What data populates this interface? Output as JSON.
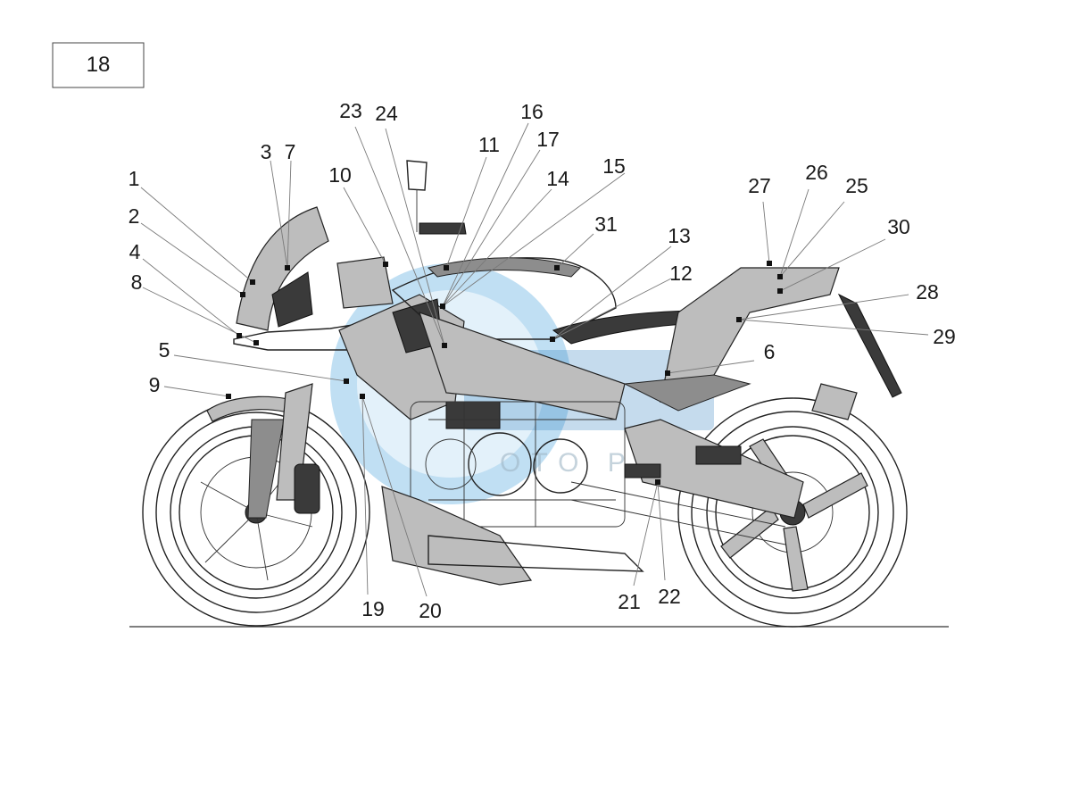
{
  "diagram": {
    "group_number": "18",
    "callouts": [
      {
        "id": "1",
        "text": "1"
      },
      {
        "id": "2",
        "text": "2"
      },
      {
        "id": "3",
        "text": "3"
      },
      {
        "id": "4",
        "text": "4"
      },
      {
        "id": "5",
        "text": "5"
      },
      {
        "id": "6",
        "text": "6"
      },
      {
        "id": "7",
        "text": "7"
      },
      {
        "id": "8",
        "text": "8"
      },
      {
        "id": "9",
        "text": "9"
      },
      {
        "id": "10",
        "text": "10"
      },
      {
        "id": "11",
        "text": "11"
      },
      {
        "id": "12",
        "text": "12"
      },
      {
        "id": "13",
        "text": "13"
      },
      {
        "id": "14",
        "text": "14"
      },
      {
        "id": "15",
        "text": "15"
      },
      {
        "id": "16",
        "text": "16"
      },
      {
        "id": "17",
        "text": "17"
      },
      {
        "id": "19",
        "text": "19"
      },
      {
        "id": "20",
        "text": "20"
      },
      {
        "id": "21",
        "text": "21"
      },
      {
        "id": "22",
        "text": "22"
      },
      {
        "id": "23",
        "text": "23"
      },
      {
        "id": "24",
        "text": "24"
      },
      {
        "id": "25",
        "text": "25"
      },
      {
        "id": "26",
        "text": "26"
      },
      {
        "id": "27",
        "text": "27"
      },
      {
        "id": "28",
        "text": "28"
      },
      {
        "id": "29",
        "text": "29"
      },
      {
        "id": "30",
        "text": "30"
      },
      {
        "id": "31",
        "text": "31"
      }
    ]
  },
  "watermark": {
    "color": "#4aa3dc"
  }
}
